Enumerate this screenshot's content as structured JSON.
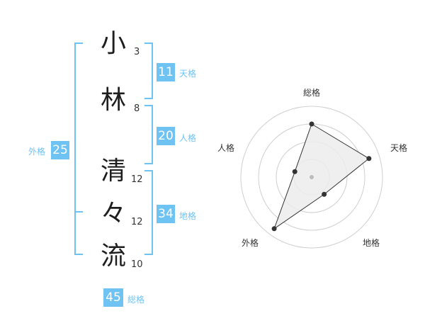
{
  "name": {
    "characters": [
      {
        "char": "小",
        "strokes": "3"
      },
      {
        "char": "林",
        "strokes": "8"
      },
      {
        "char": "清",
        "strokes": "12"
      },
      {
        "char": "々",
        "strokes": "12"
      },
      {
        "char": "流",
        "strokes": "10"
      }
    ]
  },
  "fortunes": {
    "tenkaku": {
      "value": "11",
      "label": "天格"
    },
    "jinkaku": {
      "value": "20",
      "label": "人格"
    },
    "chikaku": {
      "value": "34",
      "label": "地格"
    },
    "gaikaku": {
      "value": "25",
      "label": "外格"
    },
    "soukaku": {
      "value": "45",
      "label": "総格"
    }
  },
  "colors": {
    "accent": "#6ec3f2",
    "radar_fill": "#ececec",
    "radar_ring": "#cfcfcf",
    "radar_line": "#333333"
  },
  "chart_data": {
    "type": "radar",
    "axes": [
      "総格",
      "天格",
      "地格",
      "外格",
      "人格"
    ],
    "values": [
      0.75,
      0.85,
      0.3,
      0.9,
      0.25
    ],
    "rmax": 1,
    "rings": 4
  }
}
